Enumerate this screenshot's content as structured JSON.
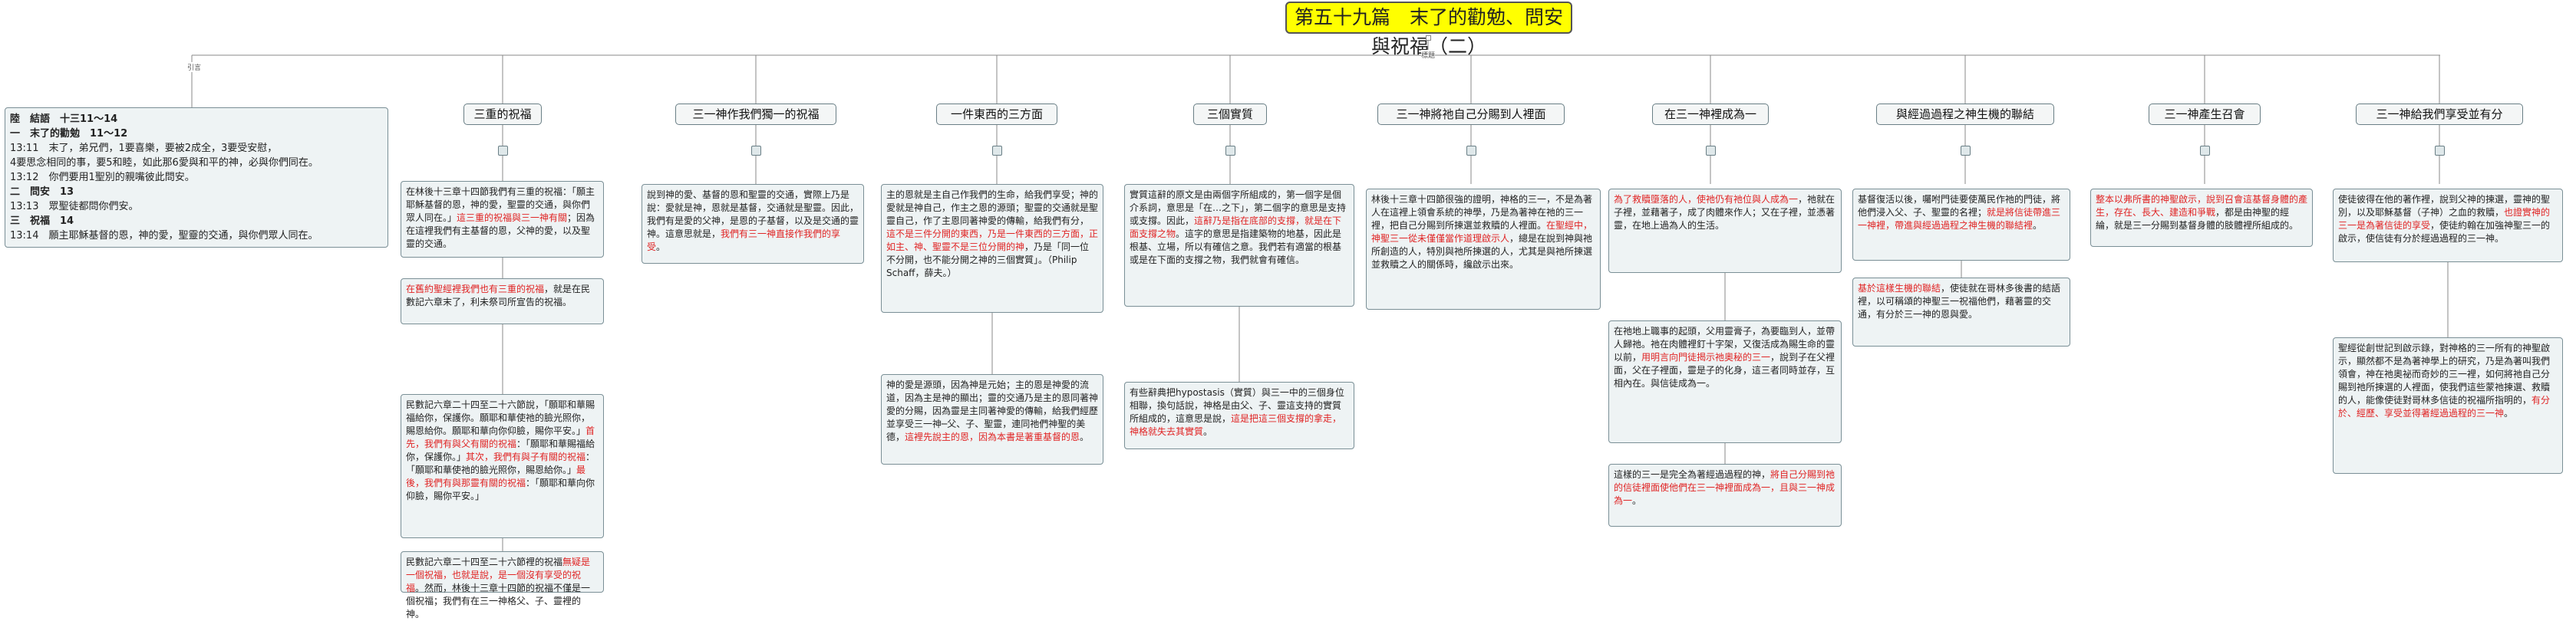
{
  "title": "第五十九篇　末了的勸勉、問安與祝福（二）",
  "labels": {
    "left": "引言",
    "center": "標題"
  },
  "outline": [
    "陸　結語　十三11～14",
    "一　末了的勸勉　11～12",
    "13:11　末了，弟兄們，1要喜樂，要被2成全，3要受安慰，",
    "4要思念相同的事，要5和睦，如此那6愛與和平的神，必與你們同在。",
    "13:12　你們要用1聖別的親嘴彼此問安。",
    "二　問安　13",
    "13:13　眾聖徒都問你們安。",
    "三　祝福　14",
    "13:14　願主耶穌基督的恩，神的愛，聖靈的交通，與你們眾人同在。"
  ],
  "branches": [
    "三重的祝福",
    "三一神作我們獨一的祝福",
    "一件東西的三方面",
    "三個實質",
    "三一神將祂自己分賜到人裡面",
    "在三一神裡成為一",
    "與經過過程之神生機的聯結",
    "三一神產生召會",
    "三一神給我們享受並有分"
  ],
  "notes": {
    "b1n1": [
      {
        "t": "在林後十三章十四節我們有三重的祝福：「願主耶穌基督的恩，神的愛，聖靈的交通，與你們眾人同在。」"
      },
      {
        "t": "這三重的祝福與三一神有關",
        "r": true
      },
      {
        "t": "；因為在這裡我們有主基督的恩，父神的愛，以及聖靈的交通。"
      }
    ],
    "b1n2": [
      {
        "t": "在舊約聖經裡我們也有三重的祝福",
        "r": true
      },
      {
        "t": "，就是在民數記六章末了，利未祭司所宣告的祝福。"
      }
    ],
    "b1n3": [
      {
        "t": "民數記六章二十四至二十六節說，「願耶和華賜福給你，保護你。願耶和華使祂的臉光照你，賜恩給你。願耶和華向你仰臉，賜你平安。」"
      },
      {
        "t": "首先，我們有與父有關的祝福",
        "r": true
      },
      {
        "t": "：「願耶和華賜福給你，保護你。」"
      },
      {
        "t": "其次，我們有與子有關的祝福",
        "r": true
      },
      {
        "t": "：「願耶和華使祂的臉光照你，賜恩給你。」"
      },
      {
        "t": "最後，我們有與那靈有關的祝福",
        "r": true
      },
      {
        "t": "：「願耶和華向你仰臉，賜你平安。」"
      }
    ],
    "b1n4": [
      {
        "t": "民數記六章二十四至二十六節裡的祝福"
      },
      {
        "t": "無疑是一個祝福，也就是說，是一個沒有享受的祝福",
        "r": true
      },
      {
        "t": "。然而，林後十三章十四節的祝福不僅是一個祝福；我們有在三一神格父、子、靈裡的神。"
      }
    ],
    "b2n1": [
      {
        "t": "說到神的愛、基督的恩和聖靈的交通，實際上乃是說：愛就是神，恩就是基督，交通就是聖靈。因此，我們有是愛的父神，是恩的子基督，以及是交通的靈神。這意思就是，"
      },
      {
        "t": "我們有三一神直接作我們的享受",
        "r": true
      },
      {
        "t": "。"
      }
    ],
    "b3n1": [
      {
        "t": "主的恩就是主自己作我們的生命，給我們享受；神的愛就是神自己，作主之恩的源頭；聖靈的交通就是聖靈自己，作了主恩同著神愛的傳輸，給我們有分，"
      },
      {
        "t": "這不是三件分開的東西，乃是一件東西的三方面，正如主、神、聖靈不是三位分開的神",
        "r": true
      },
      {
        "t": "，乃是「同一位不分開，也不能分開之神的三個實質」。（Philip Schaff，薛夫。）"
      }
    ],
    "b3n2": [
      {
        "t": "神的愛是源頭，因為神是元始；主的恩是神愛的流道，因為主是神的顯出；靈的交通乃是主的恩同著神愛的分賜，因為靈是主同著神愛的傳輸，給我們經歷並享受三一神─父、子、聖靈，連同祂們神聖的美德，"
      },
      {
        "t": "這裡先說主的恩，因為本書是著重基督的恩",
        "r": true
      },
      {
        "t": "。"
      }
    ],
    "b4n1": [
      {
        "t": "實質這辭的原文是由兩個字所組成的，第一個字是個介系詞，意思是「在…之下」，第二個字的意思是支持或支撐。因此，"
      },
      {
        "t": "這辭乃是指在底部的支撐，就是在下面支撐之物",
        "r": true
      },
      {
        "t": "。這字的意思是指建築物的地基，因此是根基、立場，所以有確信之意。我們若有適當的根基或是在下面的支撐之物，我們就會有確信。"
      }
    ],
    "b4n2": [
      {
        "t": "有些辭典把hypostasis（實質）與三一中的三個身位相聯，換句話說，神格是由父、子、靈這支持的實質所組成的，這意思是說，"
      },
      {
        "t": "這是把這三個支撐的拿走，神格就失去其實質",
        "r": true
      },
      {
        "t": "。"
      }
    ],
    "b5n1": [
      {
        "t": "林後十三章十四節很強的證明，神格的三一，不是為著人在這裡上領會系統的神學，乃是為著神在祂的三一裡，把自己分賜到所揀選並救贖的人裡面。"
      },
      {
        "t": "在聖經中，神聖三一從未僅僅當作道理啟示人",
        "r": true
      },
      {
        "t": "，總是在說到神與祂所創造的人，特別與祂所揀選的人，尤其是與祂所揀選並救贖之人的關係時，纔啟示出來。"
      }
    ],
    "b6n1": [
      {
        "t": "為了救贖墮落的人，使祂仍有祂位與人成為一",
        "r": true
      },
      {
        "t": "，祂就在子裡，並藉著子，成了肉體來作人；又在子裡，並憑著靈，在地上過為人的生活。"
      }
    ],
    "b6n2": [
      {
        "t": "在祂地上職事的起頭，父用靈膏子，為要臨到人，並帶人歸祂。祂在肉體裡釘十字架，又復活成為賜生命的靈以前，"
      },
      {
        "t": "用明言向門徒揭示祂奧秘的三一",
        "r": true
      },
      {
        "t": "，說到子在父裡面，父在子裡面，靈是子的化身，這三者同時並存，互相內在。與信徒成為一。"
      }
    ],
    "b6n3": [
      {
        "t": "這樣的三一是完全為著經過過程的神，"
      },
      {
        "t": "將自己分賜到祂的信徒裡面使他們在三一神裡面成為一，且與三一神成為一",
        "r": true
      },
      {
        "t": "。"
      }
    ],
    "b7n1": [
      {
        "t": "基督復活以後，囑咐門徒要使萬民作祂的門徒，將他們浸入父、子、聖靈的名裡；"
      },
      {
        "t": "就是將信徒帶進三一神裡，帶進與經過過程之神生機的聯結裡",
        "r": true
      },
      {
        "t": "。"
      }
    ],
    "b7n2": [
      {
        "t": "基於這樣生機的聯結",
        "r": true
      },
      {
        "t": "，使徒就在哥林多後書的結語裡，以可稱頌的神聖三一祝福他們，藉著靈的交通，有分於三一神的恩與愛。"
      }
    ],
    "b8n1": [
      {
        "t": "整本以弗所書的神聖啟示，說到召會這基督身體的產生，存在、長大、建造和爭戰",
        "r": true
      },
      {
        "t": "，都是由神聖的經綸，就是三一分賜到基督身體的肢體裡所組成的。"
      }
    ],
    "b9n1": [
      {
        "t": "使徒彼得在他的著作裡，說到父神的揀選，靈神的聖別，以及耶穌基督（子神）之血的救贖，"
      },
      {
        "t": "也證實神的三一是為著信徒的享受",
        "r": true
      },
      {
        "t": "，使徒約翰在加強神聖三一的啟示，使信徒有分於經過過程的三一神。"
      }
    ],
    "b9n2": [
      {
        "t": "聖經從創世記到啟示錄，對神格的三一所有的神聖啟示，顯然都不是為著神學上的研究，乃是為著叫我們領會，神在祂奧祕而奇妙的三一裡，如何將祂自己分賜到祂所揀選的人裡面，使我們這些蒙祂揀選、救贖的人，能像使徒對哥林多信徒的祝福所指明的，"
      },
      {
        "t": "有分於、經歷、享受並得著經過過程的三一神",
        "r": true
      },
      {
        "t": "。"
      }
    ]
  }
}
